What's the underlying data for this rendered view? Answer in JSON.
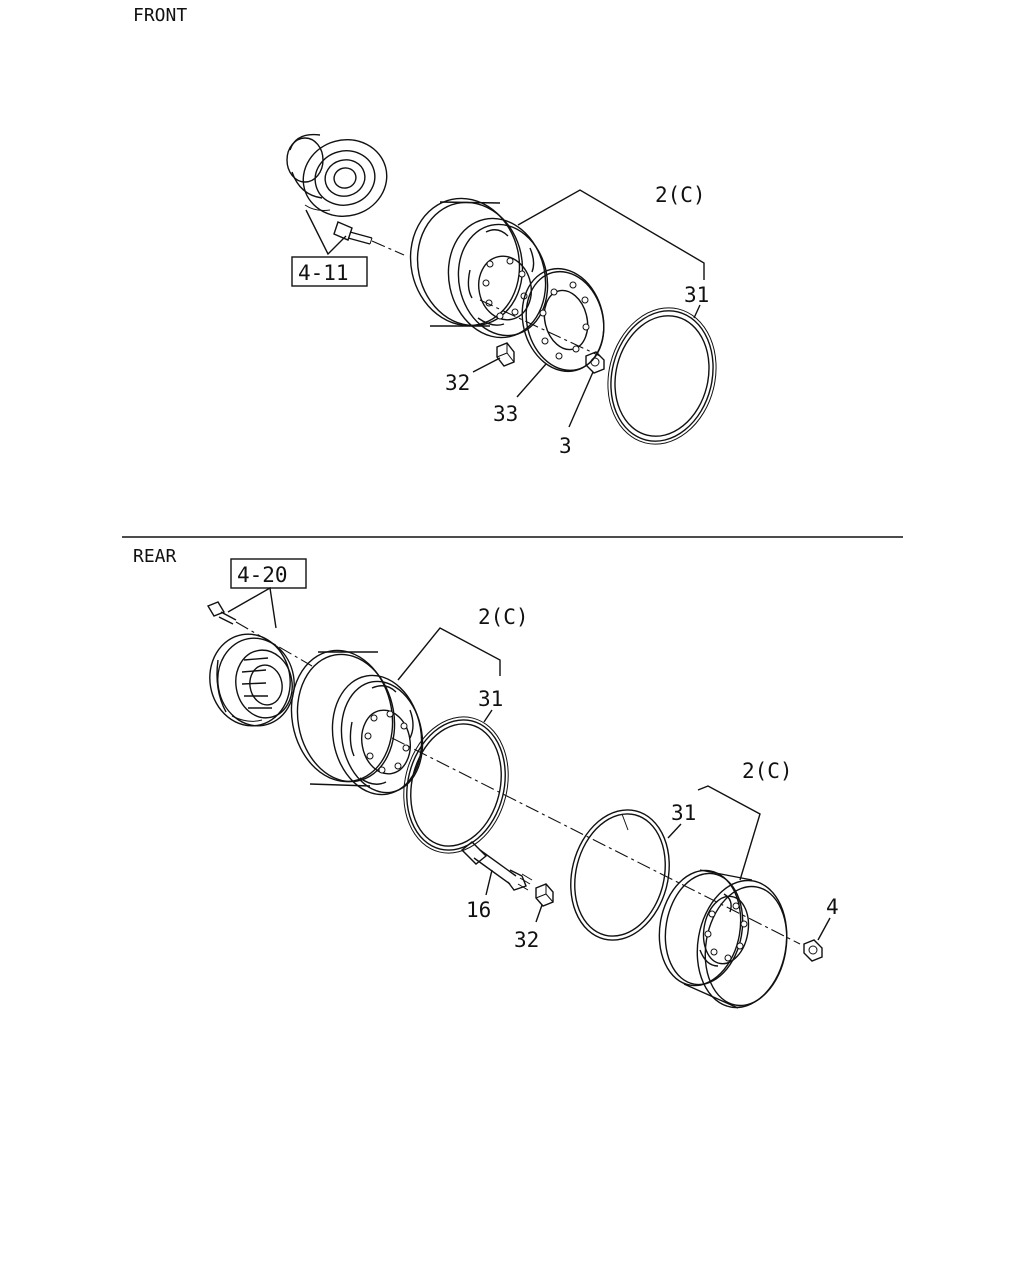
{
  "sections": {
    "front": "FRONT",
    "rear": "REAR"
  },
  "front": {
    "ref_box": "4-11",
    "callouts": {
      "wheel": "2(C)",
      "ring": "31",
      "nut_cap": "32",
      "plate": "33",
      "nut": "3"
    }
  },
  "rear": {
    "ref_box": "4-20",
    "callouts": {
      "inner_wheel": "2(C)",
      "inner_ring": "31",
      "outer_wheel": "2(C)",
      "outer_ring": "31",
      "stud_bolt": "16",
      "nut_cap": "32",
      "nut": "4"
    }
  }
}
